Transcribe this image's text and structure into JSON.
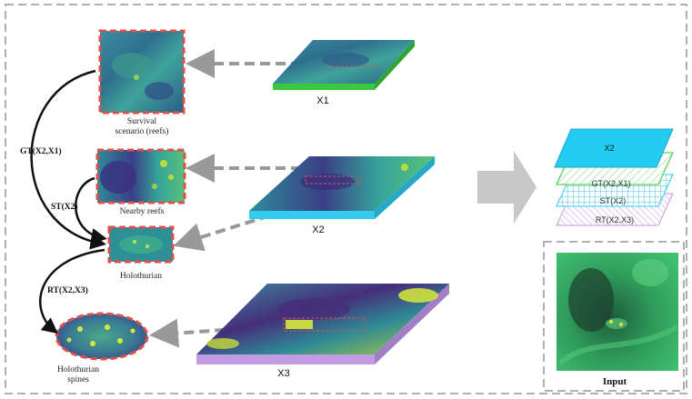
{
  "crops": {
    "survival": "Survival scenario (reefs)",
    "survival_line1": "Survival",
    "survival_line2": "scenario (reefs)",
    "nearby": "Nearby reefs",
    "holothurian": "Holothurian",
    "spines_line1": "Holothurian",
    "spines_line2": "spines"
  },
  "relations": {
    "gt": "GT(X2,X1)",
    "st": "ST(X2)",
    "rt": "RT(X2,X3)"
  },
  "layers": {
    "x1": "X1",
    "x2": "X2",
    "x3": "X3"
  },
  "stack": {
    "x2": "X2",
    "gt": "GT(X2,X1)",
    "st": "ST(X2)",
    "rt": "RT(X2,X3)"
  },
  "input_label": "Input",
  "colors": {
    "x1_edge": "#3cc83c",
    "x2_edge": "#33ccee",
    "x3_edge": "#c39be3",
    "crop_border": "#e0504a",
    "dashed_arrow": "#999999",
    "frame": "#b0b0b0",
    "big_arrow": "#c8c8c8"
  }
}
